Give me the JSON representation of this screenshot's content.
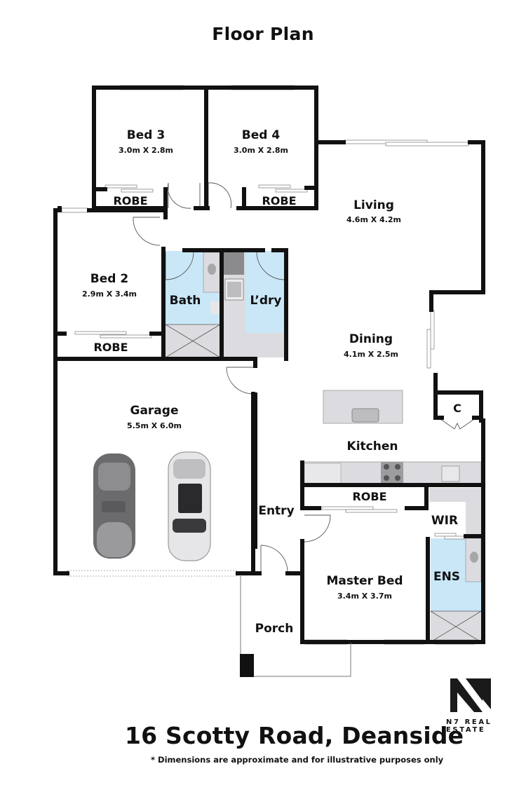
{
  "title": "Floor Plan",
  "address": "16 Scotty Road, Deanside",
  "disclaimer": "* Dimensions are approximate and for illustrative purposes only",
  "brand": {
    "name": "N7 REAL ESTATE",
    "logo_icon": "n7-logo-icon"
  },
  "colors": {
    "wall": "#111111",
    "wet_area": "#c9e7f7",
    "fixture": "#dcdce0",
    "fixture_dark": "#a7a7aa",
    "window": "#ffffff"
  },
  "rooms": {
    "bed3": {
      "label": "Bed 3",
      "dims": "3.0m X 2.8m"
    },
    "bed4": {
      "label": "Bed 4",
      "dims": "3.0m X 2.8m"
    },
    "bed2": {
      "label": "Bed 2",
      "dims": "2.9m X 3.4m"
    },
    "living": {
      "label": "Living",
      "dims": "4.6m X 4.2m"
    },
    "dining": {
      "label": "Dining",
      "dims": "4.1m X 2.5m"
    },
    "garage": {
      "label": "Garage",
      "dims": "5.5m X 6.0m"
    },
    "kitchen": {
      "label": "Kitchen"
    },
    "bath": {
      "label": "Bath"
    },
    "laundry": {
      "label": "L’dry"
    },
    "entry": {
      "label": "Entry"
    },
    "porch": {
      "label": "Porch"
    },
    "master": {
      "label": "Master Bed",
      "dims": "3.4m X 3.7m"
    },
    "wir": {
      "label": "WIR"
    },
    "ensuite": {
      "label": "ENS"
    },
    "cupboard": {
      "label": "C"
    },
    "robe_bed3": {
      "label": "ROBE"
    },
    "robe_bed4": {
      "label": "ROBE"
    },
    "robe_bed2": {
      "label": "ROBE"
    },
    "robe_master": {
      "label": "ROBE"
    }
  }
}
